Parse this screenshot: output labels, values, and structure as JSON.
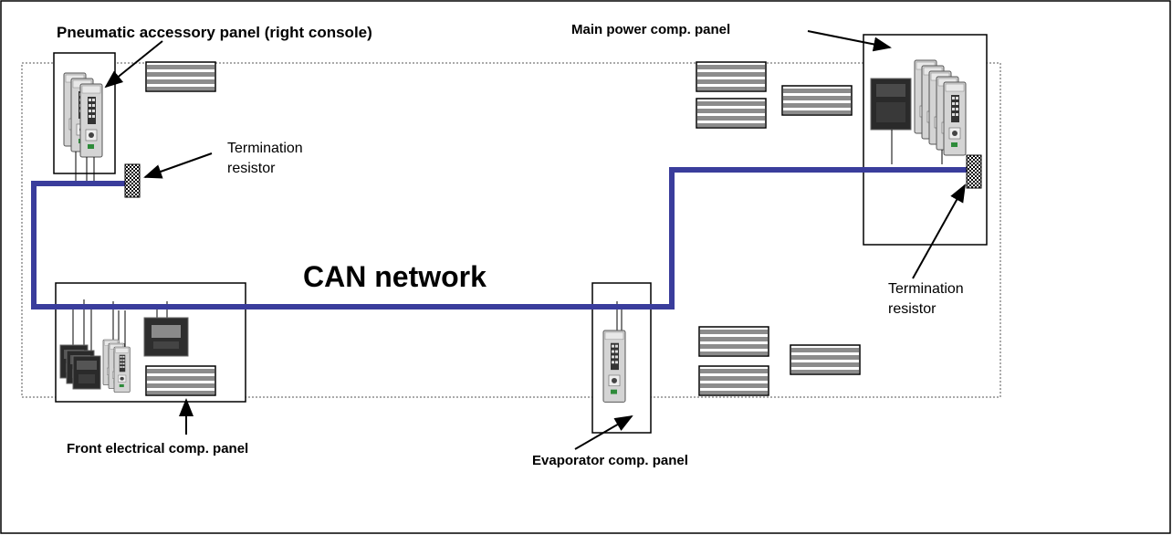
{
  "labels": {
    "pneumatic_panel": "Pneumatic accessory panel (right console)",
    "main_power_panel": "Main power comp. panel",
    "termination_left_line1": "Termination",
    "termination_left_line2": "resistor",
    "termination_right_line1": "Termination",
    "termination_right_line2": "resistor",
    "can_network": "CAN network",
    "front_electrical_panel": "Front electrical comp. panel",
    "evaporator_panel": "Evaporator comp. panel"
  },
  "colors": {
    "can_bus": "#3a3d9c",
    "frame": "#000000",
    "module_body": "#d0d0d0",
    "relay_body": "#2a2a2a",
    "stripe": "#8c8c8c"
  },
  "icons": {
    "controller_module": "plc-module-icon",
    "relay": "relay-icon",
    "terminal_block": "terminal-block-icon",
    "termination_resistor": "resistor-icon"
  }
}
